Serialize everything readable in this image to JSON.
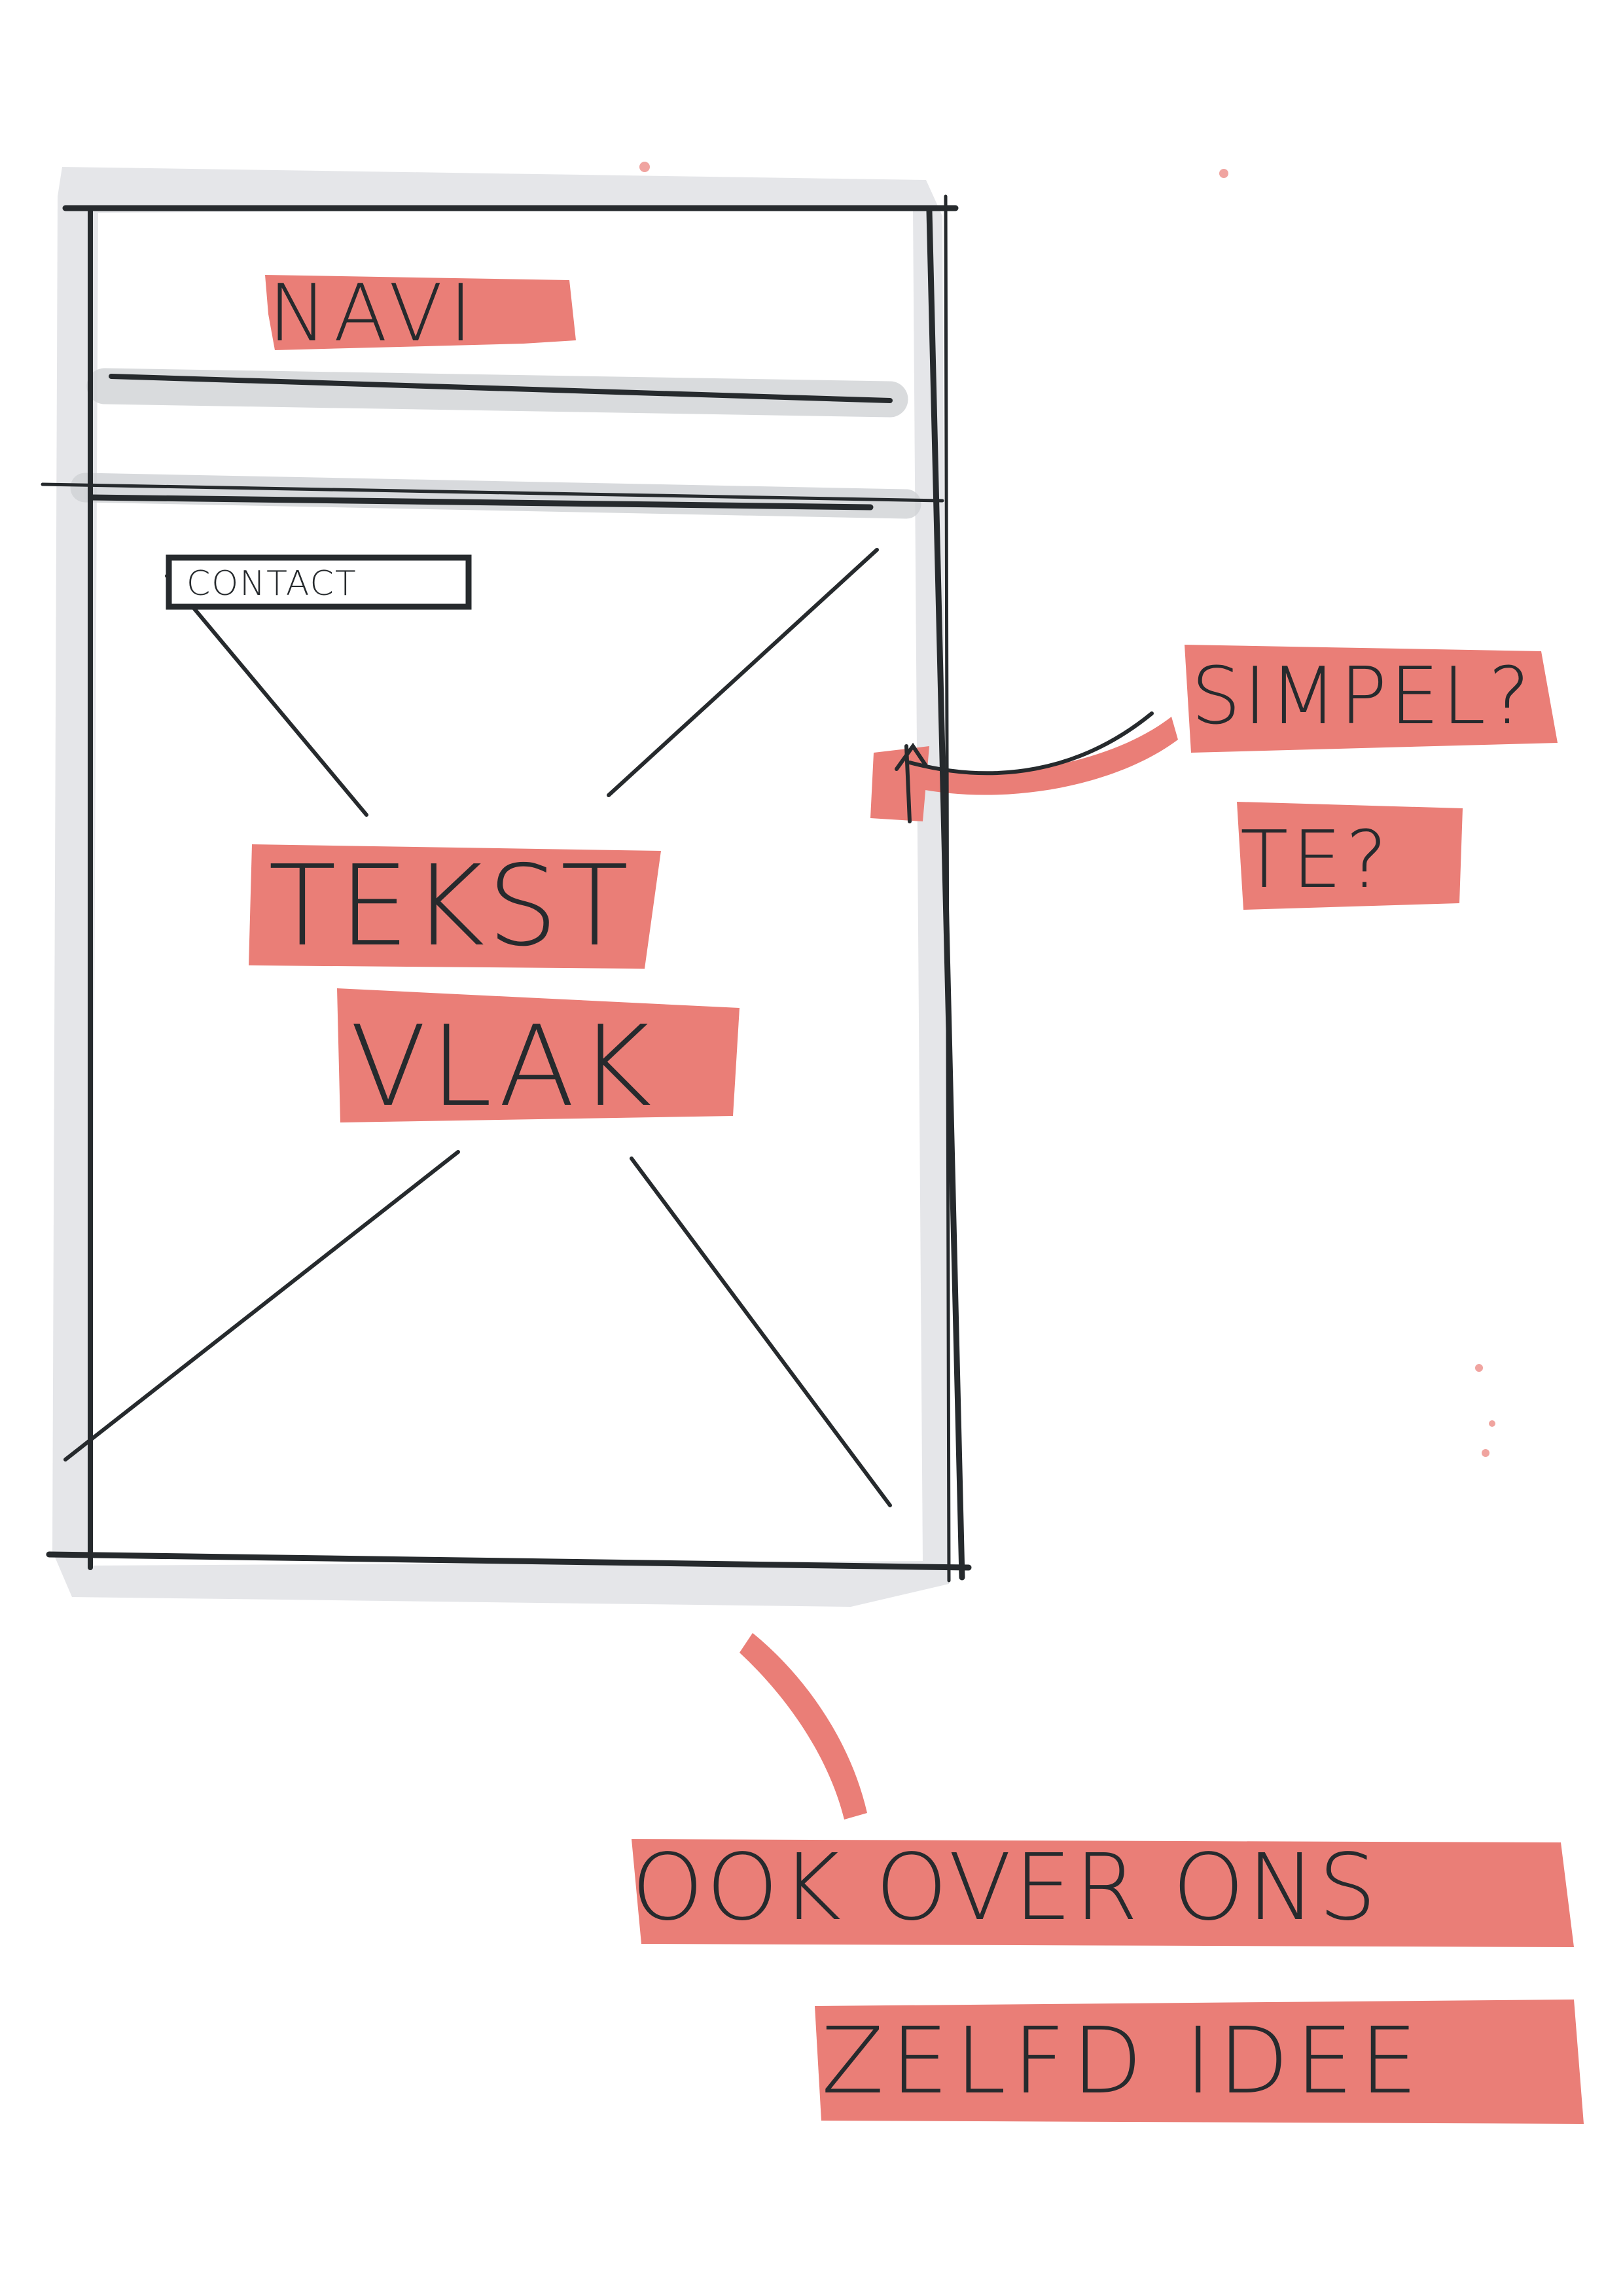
{
  "wireframe": {
    "nav_label": "NAVI",
    "contact_button_label": "CONTACT",
    "text_area_line1": "TEKST",
    "text_area_line2": "VLAK"
  },
  "annotations": {
    "question_line1": "SIMPEL?",
    "question_line2": "TE?",
    "note_line1": "OOK OVER ONS",
    "note_line2": "ZELFD IDEE"
  },
  "colors": {
    "ink": "#262a2d",
    "marker": "#ea7e77",
    "shadow": "#d7d9dc",
    "paper": "#ffffff"
  }
}
